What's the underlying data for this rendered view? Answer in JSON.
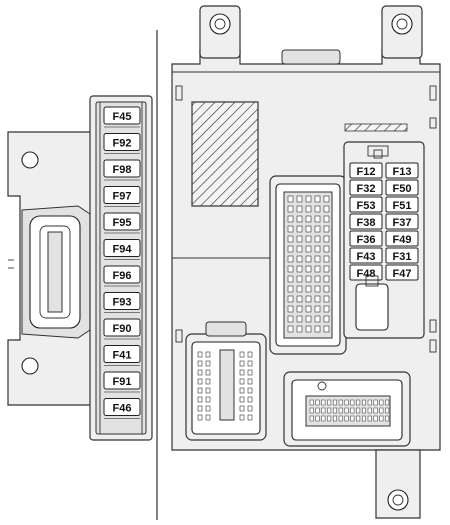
{
  "fuses_left_column": [
    "F45",
    "F92",
    "F98",
    "F97",
    "F95",
    "F94",
    "F96",
    "F93",
    "F90",
    "F41",
    "F91",
    "F46"
  ],
  "fuses_right_block": [
    [
      "F12",
      "F13"
    ],
    [
      "F32",
      "F50"
    ],
    [
      "F53",
      "F51"
    ],
    [
      "F38",
      "F37"
    ],
    [
      "F36",
      "F49"
    ],
    [
      "F43",
      "F31"
    ],
    [
      "F48",
      "F47"
    ]
  ],
  "colors": {
    "housing_fill": "#efefef",
    "stroke": "#333333",
    "fuse_fill": "#ffffff",
    "background": "#ffffff"
  }
}
